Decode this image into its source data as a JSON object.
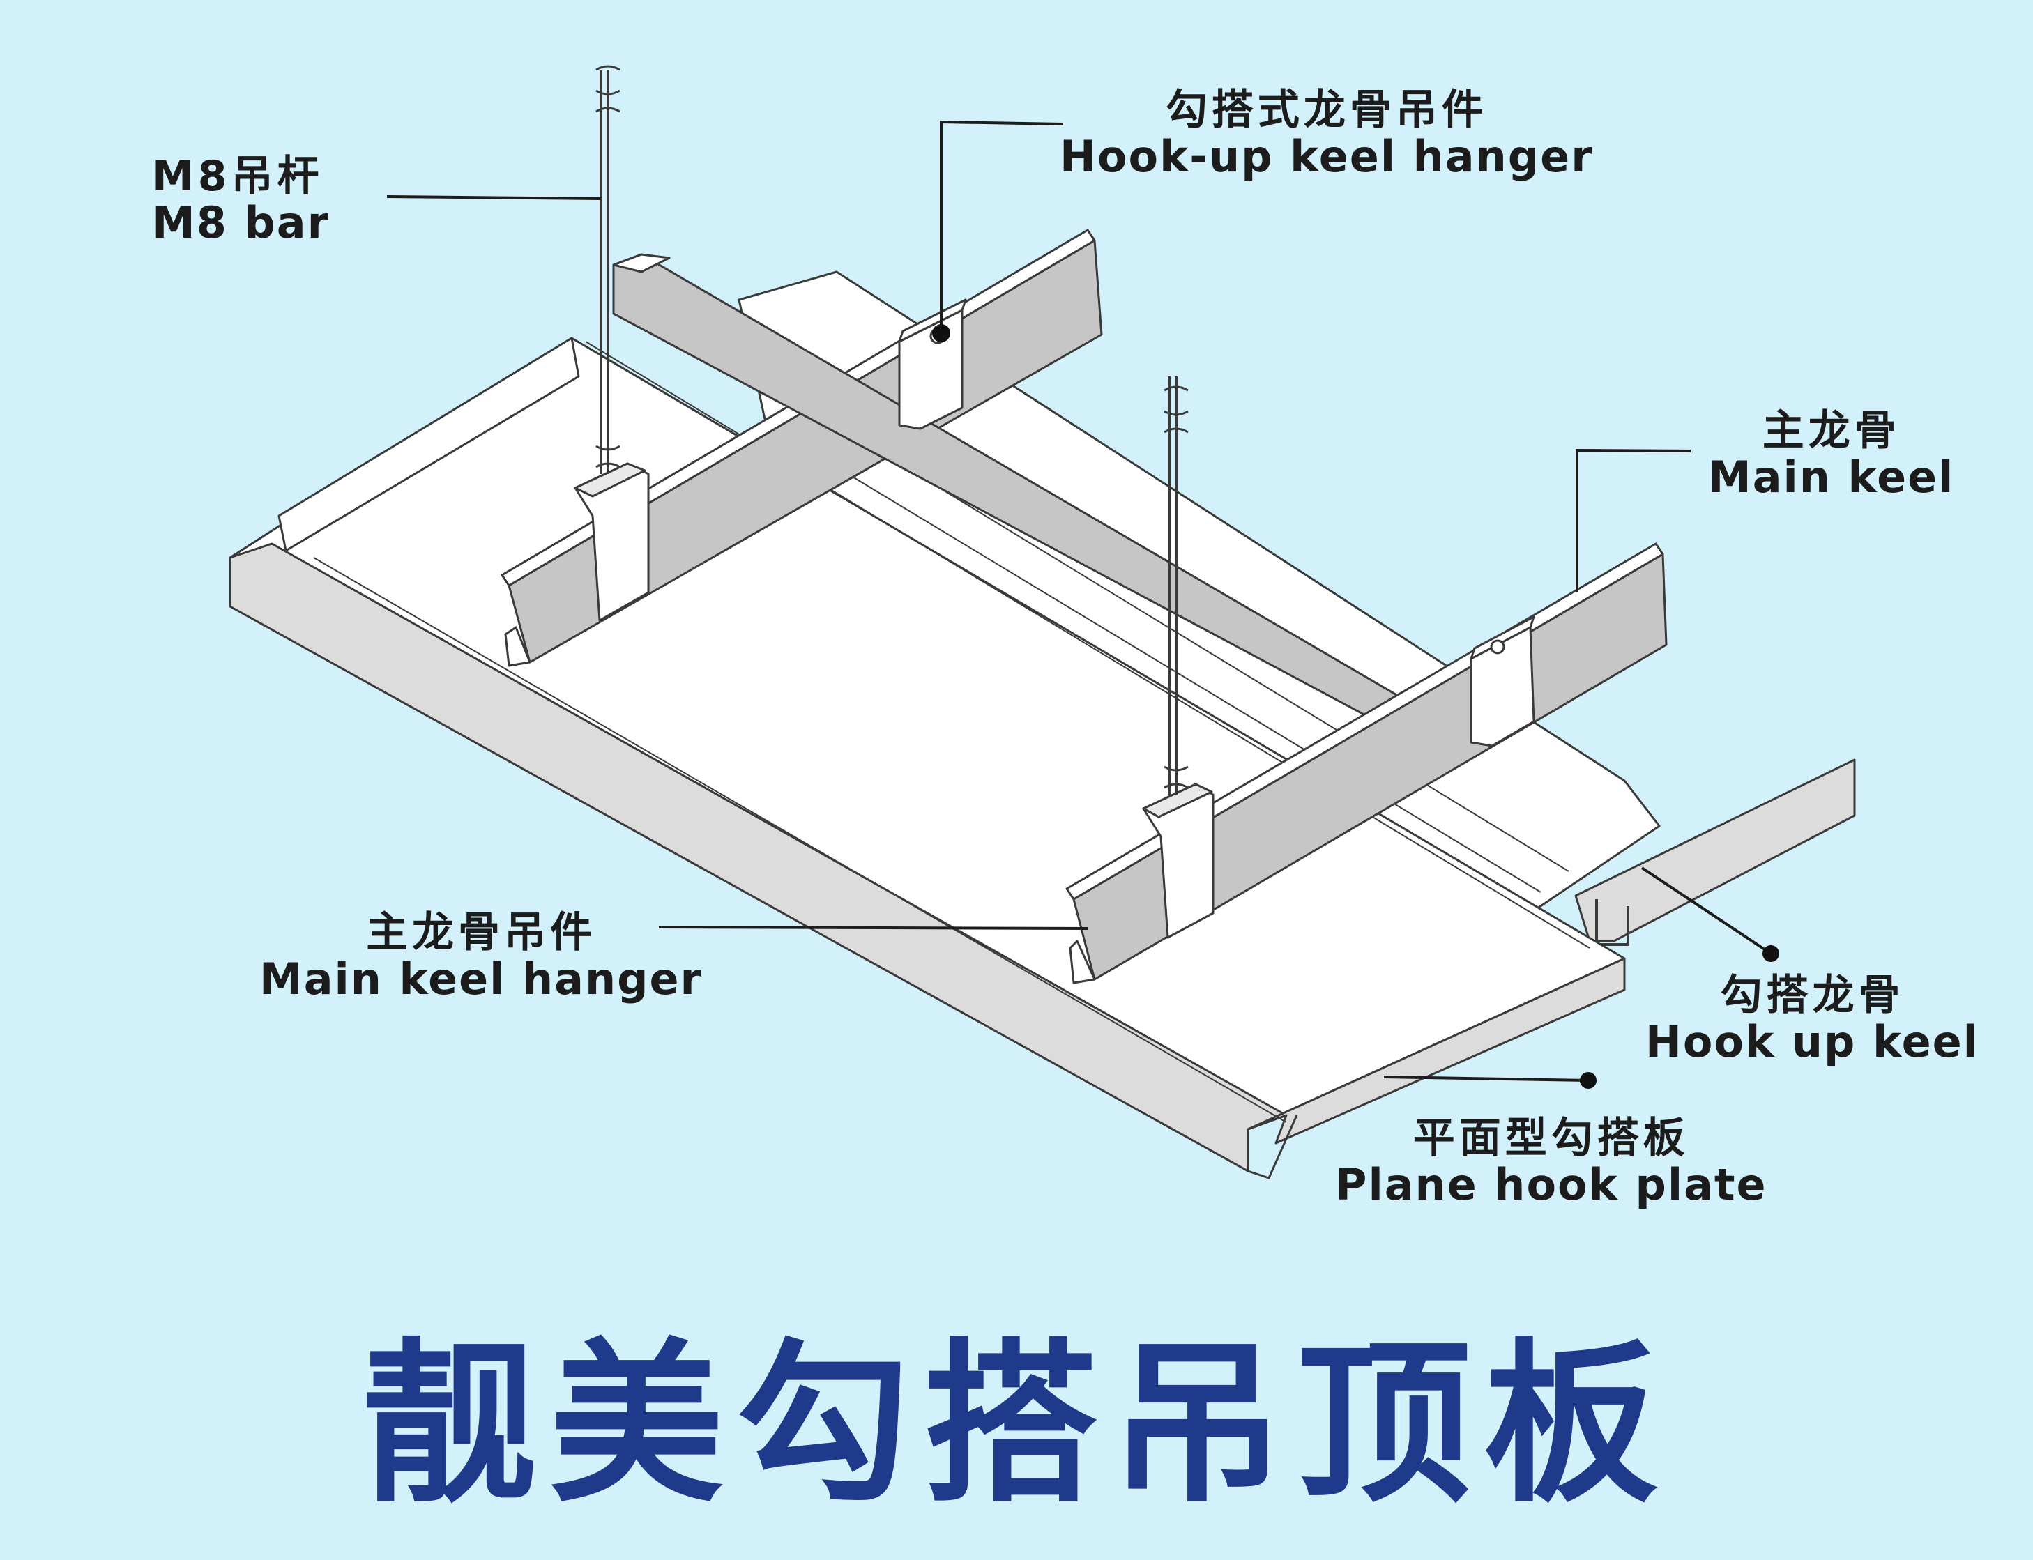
{
  "labels": {
    "m8_bar": {
      "zh": "M8吊杆",
      "en": "M8 bar"
    },
    "hookup_keel_hanger": {
      "zh": "勾搭式龙骨吊件",
      "en": "Hook-up keel hanger"
    },
    "main_keel": {
      "zh": "主龙骨",
      "en": "Main keel"
    },
    "main_keel_hanger": {
      "zh": "主龙骨吊件",
      "en": "Main keel hanger"
    },
    "hook_up_keel": {
      "zh": "勾搭龙骨",
      "en": "Hook up keel"
    },
    "plane_hook_plate": {
      "zh": "平面型勾搭板",
      "en": "Plane hook plate"
    }
  },
  "title": "靓美勾搭吊顶板",
  "colors": {
    "background": "#d3f1fa",
    "panel": "#ffffff",
    "panel_side": "#dcdcdc",
    "keel_face": "#c6c6c6",
    "outline": "#3a3a3a",
    "title": "#1f3a8a"
  }
}
